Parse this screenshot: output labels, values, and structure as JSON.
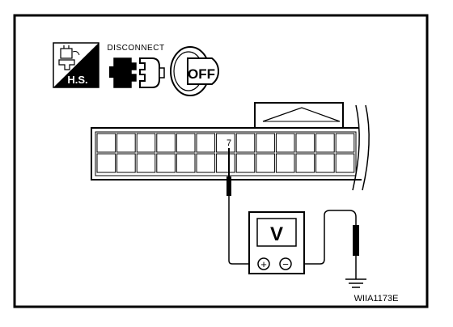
{
  "icons": {
    "hs_label": "H.S.",
    "disconnect_label": "DISCONNECT",
    "off_label": "OFF"
  },
  "connector": {
    "terminal_label": "7"
  },
  "meter": {
    "display": "V",
    "positive_symbol": "+",
    "negative_symbol": "−"
  },
  "figure_code": "WIIA1173E"
}
